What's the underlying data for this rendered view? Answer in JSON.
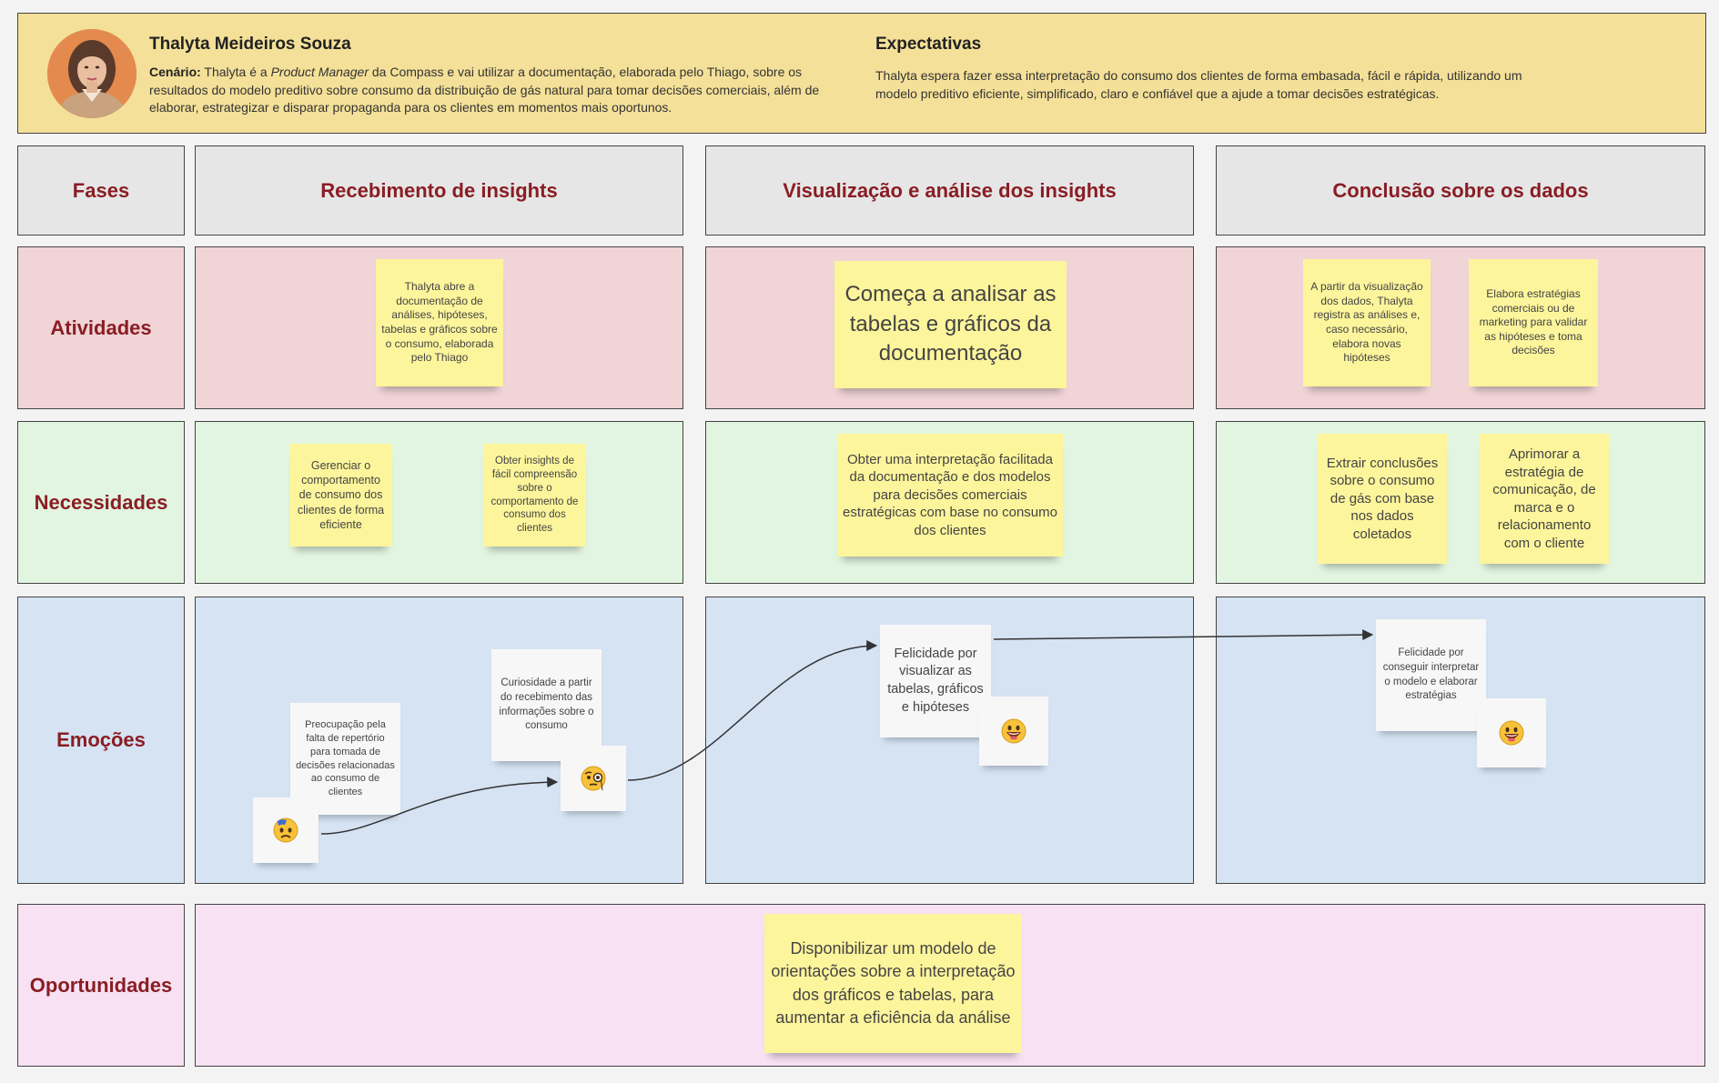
{
  "persona": {
    "name": "Thalyta Meideiros Souza",
    "scenario_label": "Cenário:",
    "scenario_pre": " Thalyta é a ",
    "scenario_role": "Product Manager",
    "scenario_post": " da Compass e vai utilizar a documentação, elaborada pelo Thiago, sobre os resultados do modelo preditivo sobre consumo da distribuição de gás natural para tomar decisões comerciais, além de elaborar, estrategizar e disparar propaganda para os clientes em momentos mais oportunos.",
    "expectations_title": "Expectativas",
    "expectations_text": "Thalyta espera fazer essa interpretação do consumo dos clientes de forma embasada, fácil e rápida, utilizando um modelo preditivo eficiente, simplificado, claro e confiável que a ajude a tomar decisões estratégicas."
  },
  "rows": {
    "phases": "Fases",
    "activities": "Atividades",
    "needs": "Necessidades",
    "emotions": "Emoções",
    "opportunities": "Oportunidades"
  },
  "phases": [
    "Recebimento de insights",
    "Visualização e análise dos insights",
    "Conclusão sobre os dados"
  ],
  "activities": [
    "Thalyta abre a documentação de análises, hipóteses, tabelas e gráficos sobre o consumo, elaborada pelo Thiago",
    "Começa a analisar as tabelas e gráficos da documentação",
    "A partir da visualização dos dados, Thalyta registra as análises e, caso necessário, elabora novas hipóteses",
    "Elabora estratégias comerciais ou de marketing para validar as hipóteses e toma decisões"
  ],
  "needs": [
    "Gerenciar o comportamento de consumo dos clientes de forma eficiente",
    "Obter insights de fácil compreensão sobre o comportamento de consumo dos clientes",
    "Obter uma interpretação facilitada da documentação e dos modelos para decisões comerciais estratégicas com base no consumo dos clientes",
    "Extrair conclusões sobre o consumo de gás com base nos dados coletados",
    "Aprimorar a estratégia de comunicação, de marca e o relacionamento com o cliente"
  ],
  "emotions": [
    {
      "text": "Preocupação pela falta de repertório para tomada de decisões relacionadas ao consumo de clientes",
      "emoji": "worried-face-icon"
    },
    {
      "text": "Curiosidade a partir do recebimento das informações sobre o consumo",
      "emoji": "monocle-face-icon"
    },
    {
      "text": "Felicidade por visualizar as tabelas, gráficos e hipóteses",
      "emoji": "grinning-face-icon"
    },
    {
      "text": "Felicidade por conseguir interpretar o modelo e elaborar estratégias",
      "emoji": "grinning-face-icon"
    }
  ],
  "opportunity": "Disponibilizar um modelo de orientações sobre a interpretação dos gráficos e tabelas, para aumentar a eficiência da análise",
  "colors": {
    "header": "#f4e098",
    "phase_text": "#8a1d24",
    "sticky": "#fdf59c",
    "activities_bg": "#f1d4d6",
    "needs_bg": "#e2f5e0",
    "emotions_bg": "#d5e3f3",
    "opportunities_bg": "#f7e1f2"
  }
}
